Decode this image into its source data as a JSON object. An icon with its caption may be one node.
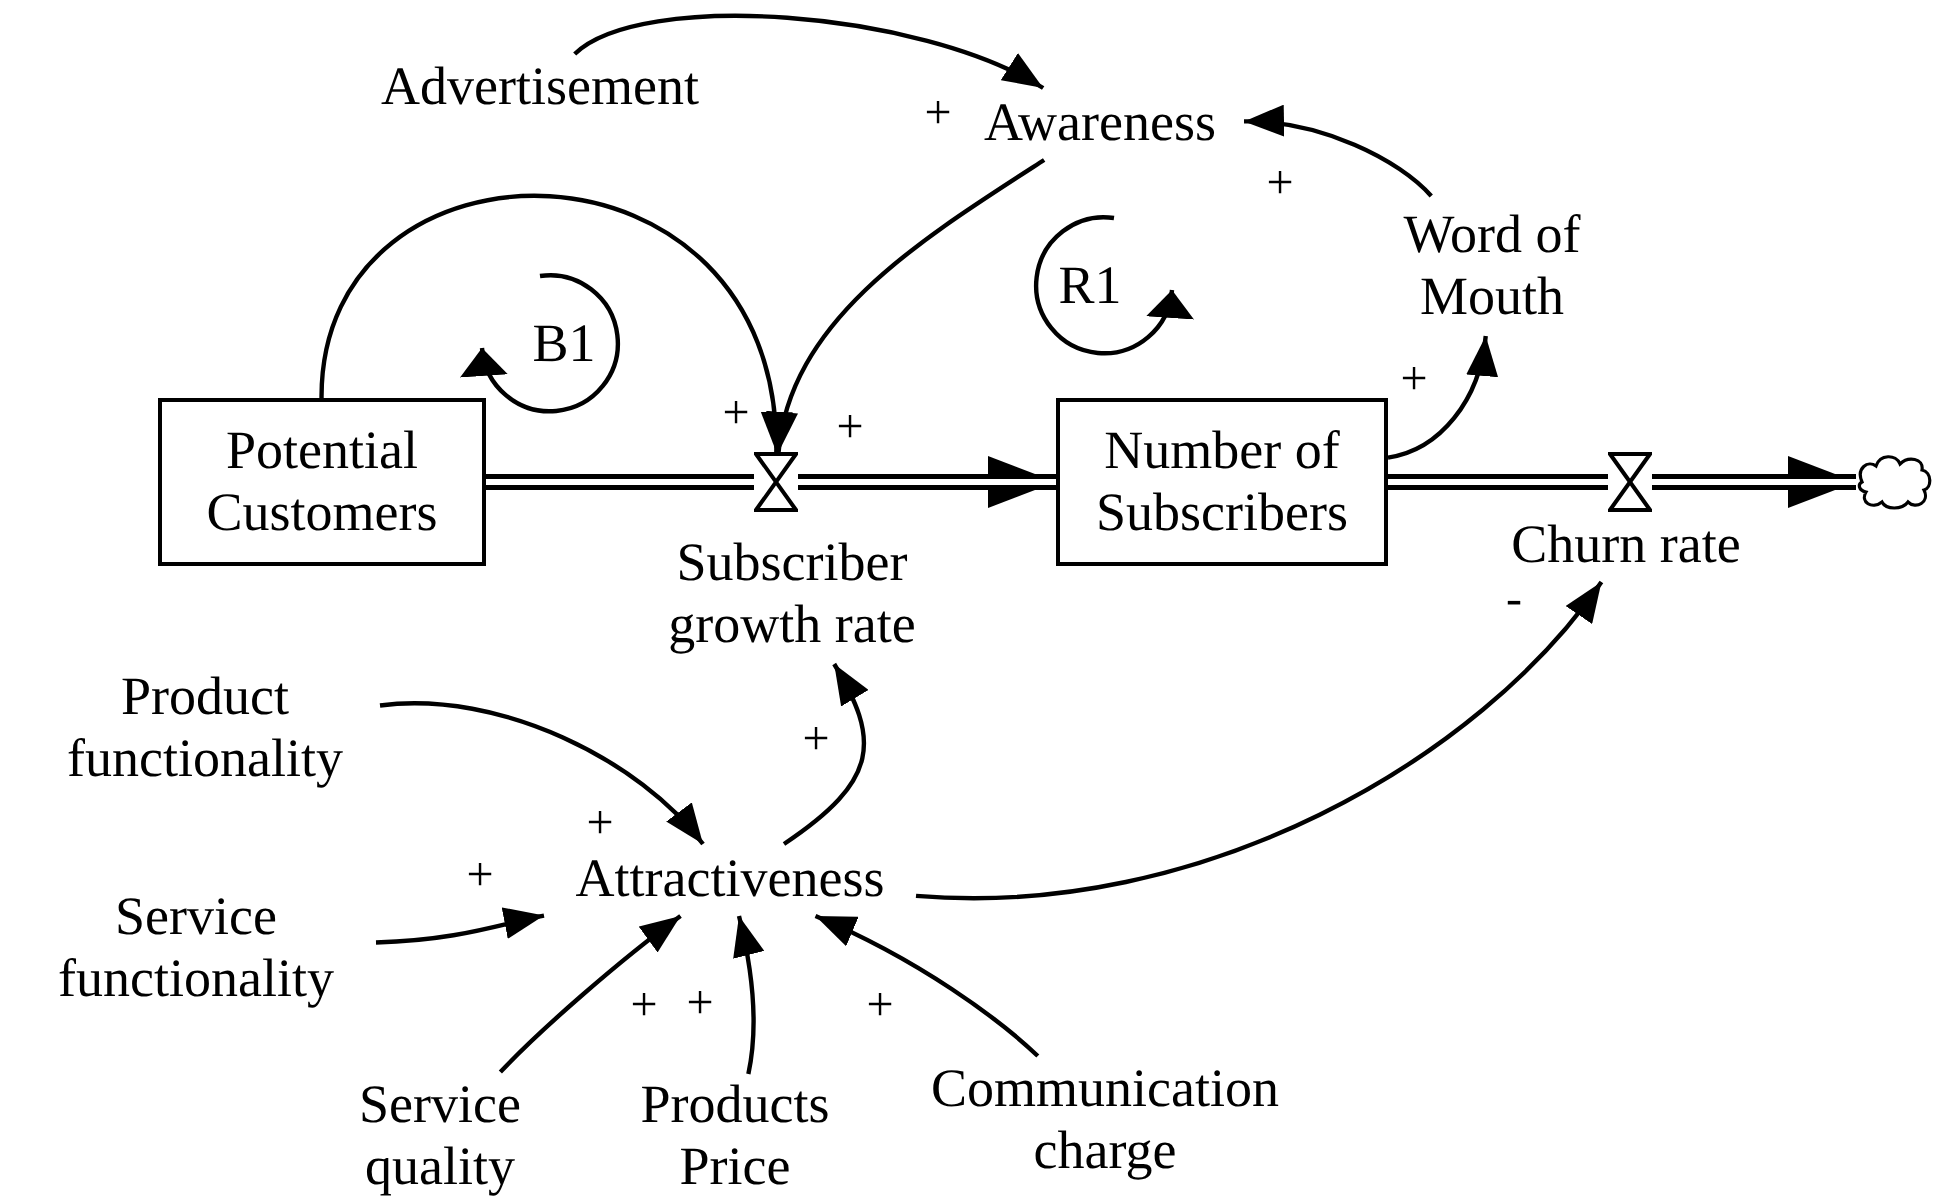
{
  "diagram": {
    "nodes": [
      {
        "text": [
          "Advertisement"
        ]
      },
      {
        "text": [
          "Awareness"
        ]
      },
      {
        "text": [
          "Word of Mouth"
        ]
      },
      {
        "text": [
          "Potential Customers"
        ]
      },
      {
        "text": [],
        "shape": "valve"
      },
      {
        "text": [
          "Number of Subscribers"
        ]
      },
      {
        "text": [],
        "shape": "valve"
      },
      {
        "text": [],
        "shape": "cloud"
      },
      {
        "text": [
          "Subscriber growth rate"
        ]
      },
      {
        "text": [
          "Churn rate"
        ]
      },
      {
        "text": [
          "Product functionality"
        ]
      },
      {
        "text": [
          "Attractiveness"
        ]
      },
      {
        "text": [
          "Service functionality"
        ]
      },
      {
        "text": [
          "Service quality"
        ]
      },
      {
        "text": [
          "Products Price"
        ]
      },
      {
        "text": [
          "Communication charge"
        ]
      }
    ],
    "edges": [
      {
        "from": 0,
        "to": 1,
        "arrow": "to",
        "label": "+"
      },
      {
        "from": 2,
        "to": 1,
        "arrow": "to",
        "label": "+"
      },
      {
        "from": 3,
        "to": 4,
        "arrow": "to",
        "label": "+"
      },
      {
        "from": 1,
        "to": 4,
        "arrow": "to",
        "label": "+"
      },
      {
        "from": 5,
        "to": 2,
        "arrow": "to",
        "label": "+"
      },
      {
        "from": 3,
        "to": 4,
        "arrow": "none",
        "style": "thick"
      },
      {
        "from": 4,
        "to": 5,
        "arrow": "to",
        "style": "thick"
      },
      {
        "from": 5,
        "to": 6,
        "arrow": "none",
        "style": "thick"
      },
      {
        "from": 6,
        "to": 7,
        "arrow": "to",
        "style": "thick"
      },
      {
        "from": 10,
        "to": 11,
        "arrow": "to",
        "label": "+"
      },
      {
        "from": 12,
        "to": 11,
        "arrow": "to",
        "label": "+"
      },
      {
        "from": 13,
        "to": 11,
        "arrow": "to",
        "label": "+"
      },
      {
        "from": 14,
        "to": 11,
        "arrow": "to",
        "label": "+"
      },
      {
        "from": 15,
        "to": 11,
        "arrow": "to",
        "label": "+"
      },
      {
        "from": 11,
        "to": 8,
        "arrow": "to",
        "label": "+"
      },
      {
        "from": 11,
        "to": 9,
        "arrow": "to",
        "label": "-"
      }
    ],
    "labels": [
      "B1",
      "R1"
    ]
  }
}
